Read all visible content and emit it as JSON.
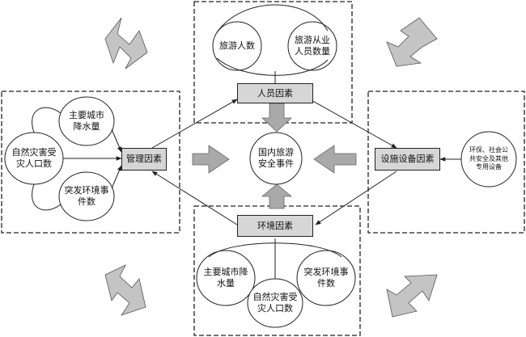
{
  "factor_boxes": {
    "personnel": "人员因素",
    "management": "管理因素",
    "facilities": "设施设备因素",
    "environment": "环境因素"
  },
  "center_event": "国内旅游安全事件",
  "personnel_circles": {
    "tourists": "旅游人数",
    "tourism_staff": "旅游从业人员数量"
  },
  "management_circles": {
    "urban_rainfall": "主要城市降水量",
    "disaster_population": "自然灾害受灾人口数",
    "environment_events": "突发环境事件数"
  },
  "facilities_circles": {
    "public_safety_equipment": "环保、社会公共安全及其他专用设备"
  },
  "environment_circles": {
    "urban_rainfall": "主要城市降水量",
    "disaster_population": "自然灾害受灾人口数",
    "environment_events": "突发环境事件数"
  },
  "colors": {
    "box_fill": "#d6d6d6",
    "arrow_fill": "#a9a9a9",
    "double_arrow_fill": "#c4c4c4",
    "line": "#222222"
  }
}
